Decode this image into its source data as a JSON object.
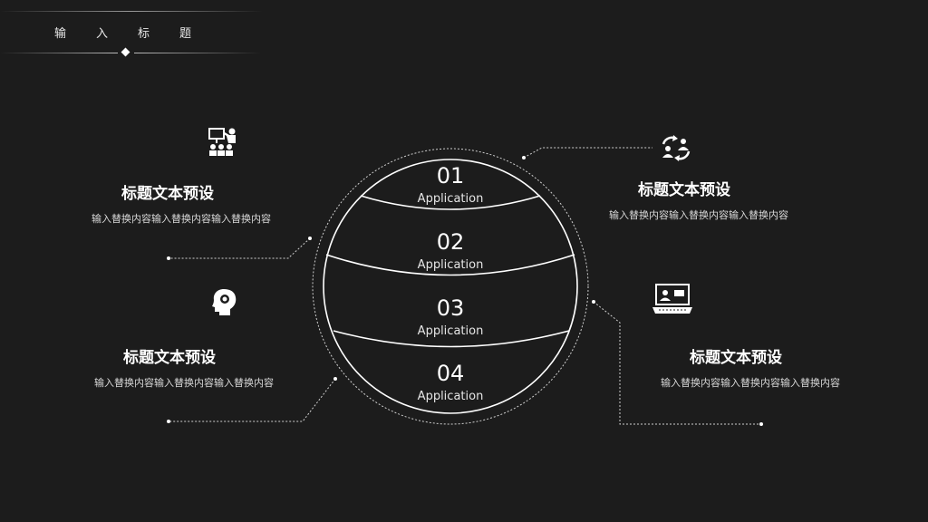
{
  "header": {
    "title_chars": [
      "输",
      "入",
      "标",
      "题"
    ]
  },
  "sphere": {
    "segments": [
      {
        "number": "01",
        "label": "Application"
      },
      {
        "number": "02",
        "label": "Application"
      },
      {
        "number": "03",
        "label": "Application"
      },
      {
        "number": "04",
        "label": "Application"
      }
    ]
  },
  "items": [
    {
      "title": "标题文本预设",
      "desc": "输入替换内容输入替换内容输入替换内容",
      "icon": "presentation-icon"
    },
    {
      "title": "标题文本预设",
      "desc": "输入替换内容输入替换内容输入替换内容",
      "icon": "people-exchange-icon"
    },
    {
      "title": "标题文本预设",
      "desc": "输入替换内容输入替换内容输入替换内容",
      "icon": "head-gear-icon"
    },
    {
      "title": "标题文本预设",
      "desc": "输入替换内容输入替换内容输入替换内容",
      "icon": "laptop-video-call-icon"
    }
  ],
  "colors": {
    "background": "#1c1c1c",
    "text": "#ffffff",
    "muted": "#d8d8d8"
  }
}
